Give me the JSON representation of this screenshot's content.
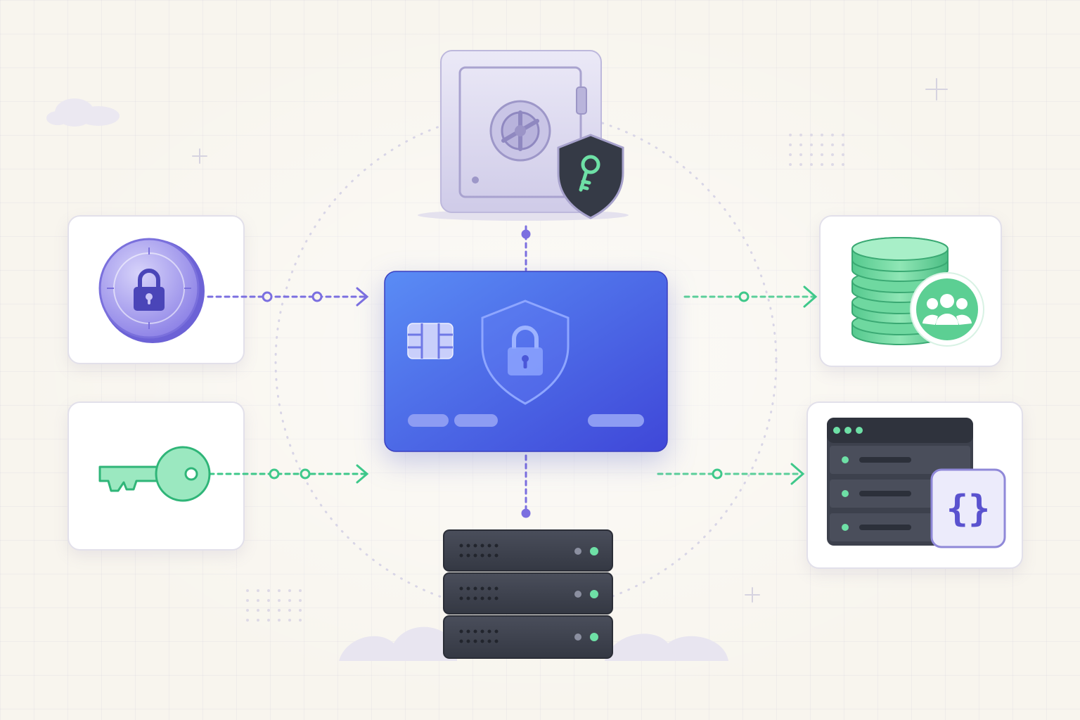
{
  "diagram": {
    "center": {
      "name": "secure-payment-card",
      "icon": "shield-lock-icon"
    },
    "nodes": [
      {
        "name": "encrypted-lock-coin",
        "icon": "lock-coin-icon",
        "accent": "#7b6fe0"
      },
      {
        "name": "access-key",
        "icon": "key-icon",
        "accent": "#3ec88a"
      },
      {
        "name": "secure-vault",
        "icon": "safe-vault-icon",
        "accent": "#c9c5e8"
      },
      {
        "name": "server-rack",
        "icon": "server-stack-icon",
        "accent": "#454a5a"
      },
      {
        "name": "customer-database",
        "icon": "database-users-icon",
        "accent": "#5fd39a"
      },
      {
        "name": "api-server",
        "icon": "code-braces-icon",
        "accent": "#6a62d8"
      }
    ],
    "colors": {
      "background": "#f8f5ee",
      "card_gradient_start": "#5a8cf5",
      "card_gradient_end": "#3f47d8",
      "purple_connector": "#7b6fe0",
      "green_connector": "#3ec88a",
      "dark_server": "#3d414d"
    }
  }
}
